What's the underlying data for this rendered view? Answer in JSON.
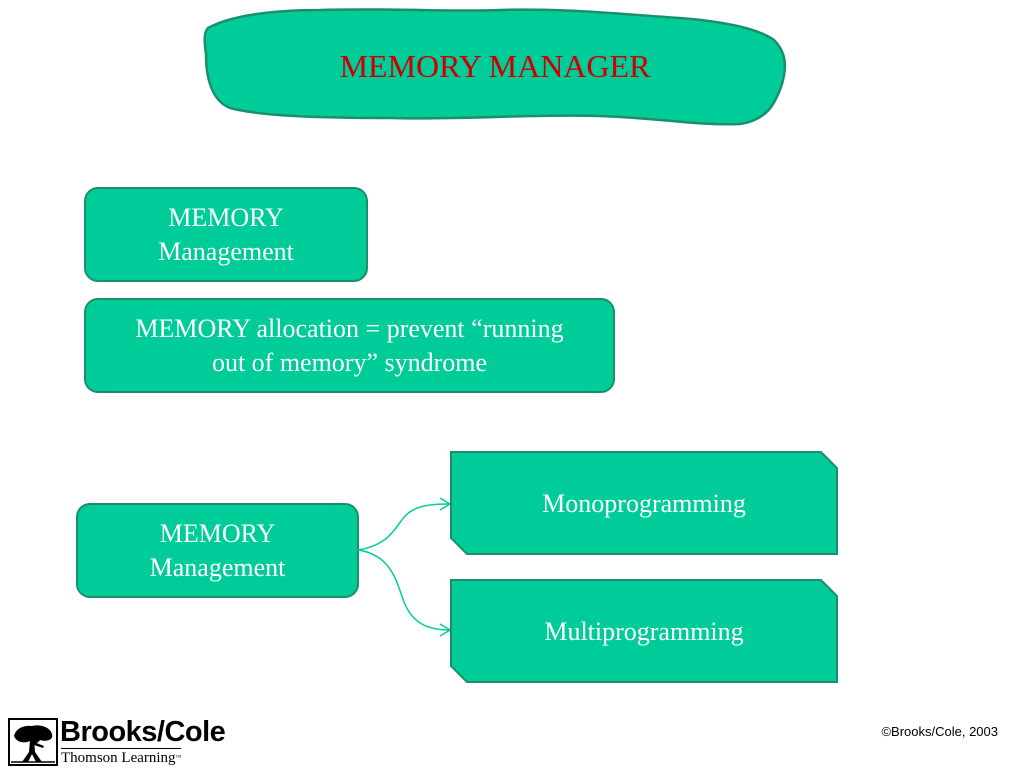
{
  "colors": {
    "shape_fill": "#00CC99",
    "shape_border": "#1B8F6C",
    "title_text": "#CC0000",
    "box_text": "#FFFFFF"
  },
  "title": "MEMORY MANAGER",
  "boxes": {
    "memory_management_top": [
      "MEMORY",
      "Management"
    ],
    "allocation": [
      "MEMORY allocation = prevent “running",
      "out of memory” syndrome"
    ],
    "memory_management_tree": [
      "MEMORY",
      "Management"
    ]
  },
  "branches": [
    {
      "label": "Monoprogramming"
    },
    {
      "label": "Multiprogramming"
    }
  ],
  "logo": {
    "name": "Brooks/Cole",
    "subtitle": "Thomson Learning",
    "trademark": "™"
  },
  "copyright": "©Brooks/Cole, 2003"
}
